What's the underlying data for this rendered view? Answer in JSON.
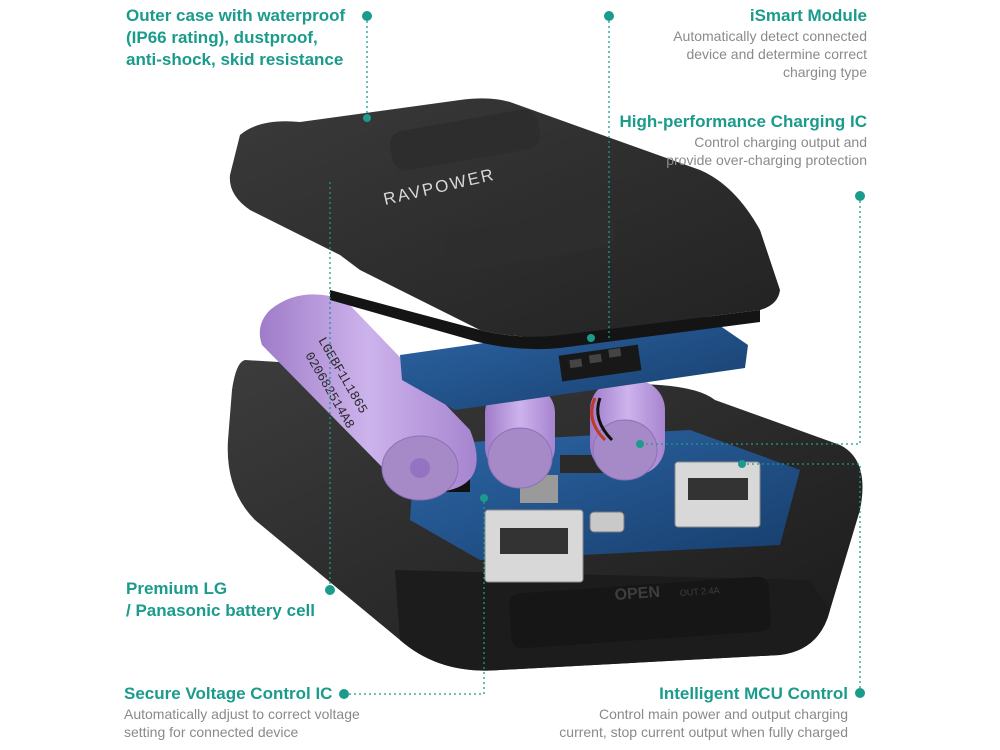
{
  "brand": "RAVPOWER",
  "battery_print": {
    "line1": "LGEBF1L1865",
    "line2": "020682514A8"
  },
  "case_embossing": {
    "open_label": "OPEN",
    "small_label": "OUT 2.4A"
  },
  "colors": {
    "accent": "#1a9b8c",
    "description_text": "#8a8a8a",
    "case": "#2b2b2b",
    "battery": "#b89ad8",
    "pcb": "#1f4f86"
  },
  "callouts": {
    "outer_case": {
      "title": "Outer case with waterproof\n(IP66 rating),  dustproof,\nanti-shock, skid resistance"
    },
    "ismart": {
      "title": "iSmart Module",
      "desc": "Automatically detect connected\ndevice and determine correct\ncharging type"
    },
    "charging_ic": {
      "title": "High-performance Charging IC",
      "desc": "Control charging output and\nprovide over-charging protection"
    },
    "battery_cell": {
      "title": "Premium LG\n/ Panasonic battery cell"
    },
    "voltage_ic": {
      "title": "Secure Voltage Control IC",
      "desc": "Automatically adjust to correct voltage\nsetting for connected device"
    },
    "mcu": {
      "title": "Intelligent MCU Control",
      "desc": "Control main power and output charging\ncurrent, stop current output when fully charged"
    }
  }
}
